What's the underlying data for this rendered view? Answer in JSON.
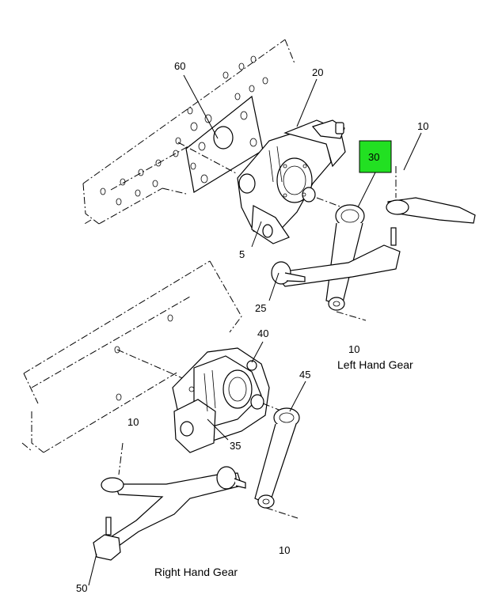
{
  "callouts": {
    "c60": "60",
    "c20": "20",
    "c10_top_right": "10",
    "c30": "30",
    "c5": "5",
    "c25": "25",
    "c10_left_gear": "10",
    "c40": "40",
    "c45": "45",
    "c10_right_gear_top": "10",
    "c35": "35",
    "c10_right_gear_bottom": "10",
    "c50": "50"
  },
  "captions": {
    "left_hand_gear": "Left Hand Gear",
    "right_hand_gear": "Right Hand Gear"
  },
  "highlight": {
    "callout": "30",
    "fill": "#22e022",
    "stroke": "#000000"
  }
}
